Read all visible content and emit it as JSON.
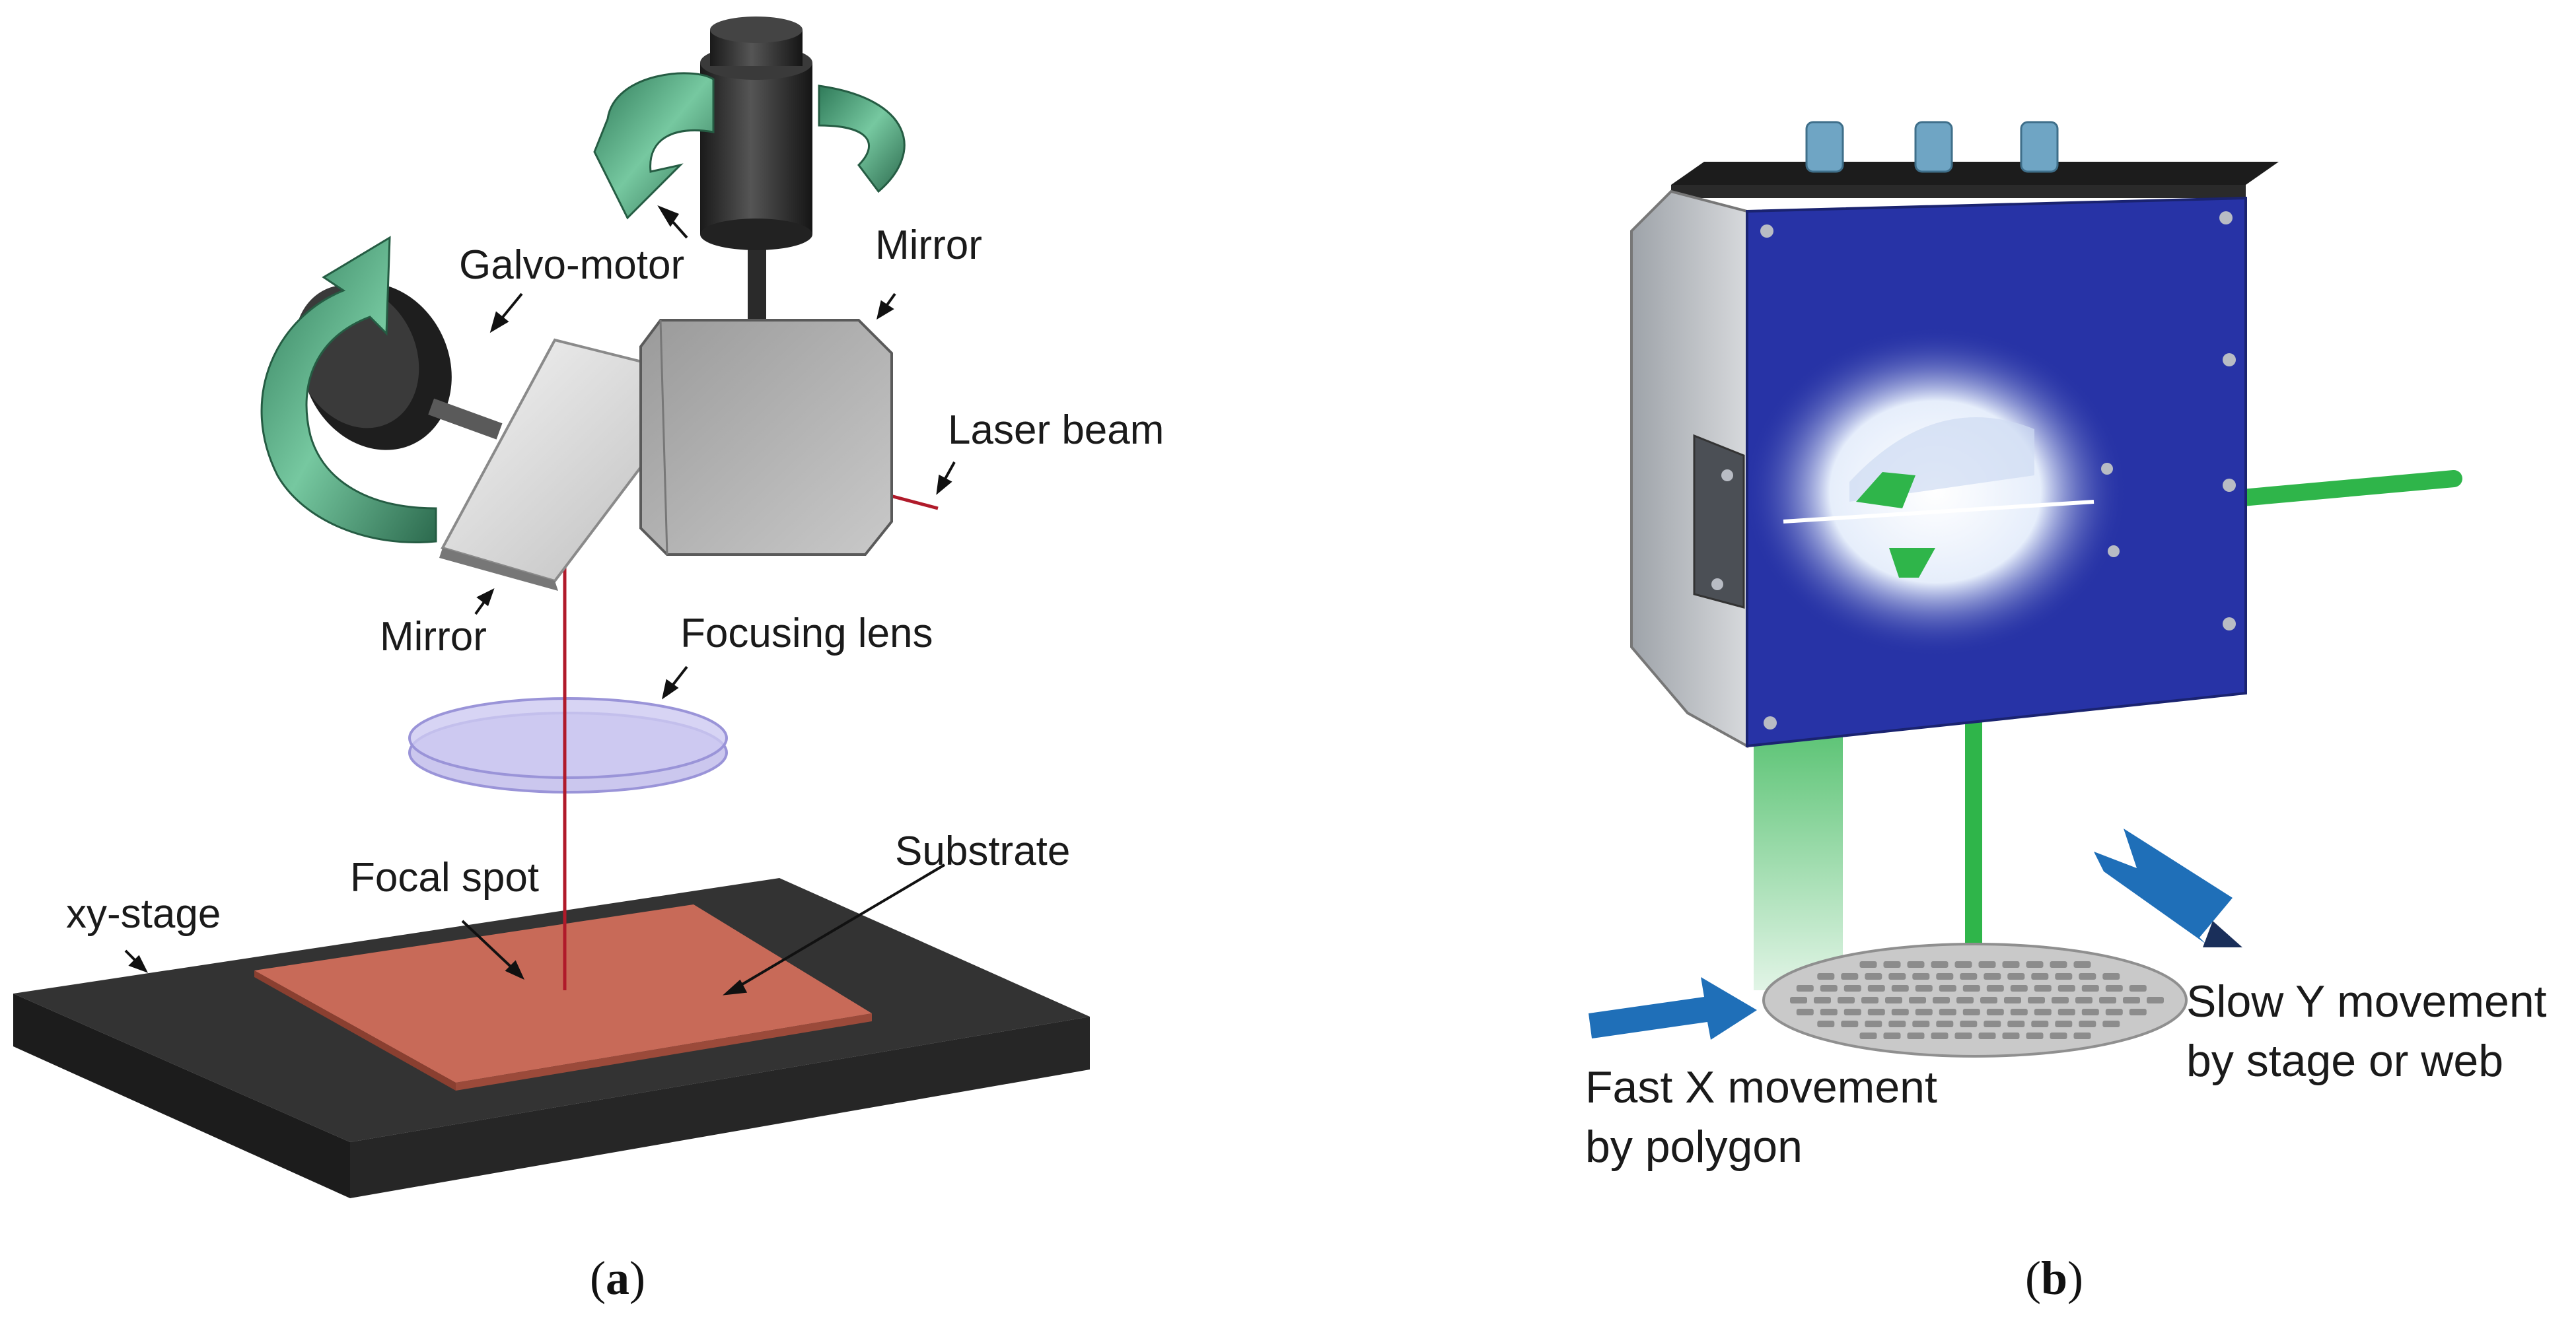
{
  "panel_a": {
    "labels": {
      "galvo_motor": "Galvo-motor",
      "mirror_top": "Mirror",
      "laser_beam": "Laser beam",
      "mirror_left": "Mirror",
      "focusing_lens": "Focusing lens",
      "substrate": "Substrate",
      "focal_spot": "Focal spot",
      "xy_stage": "xy-stage"
    },
    "caption": {
      "open": "(",
      "letter": "a",
      "close": ")"
    }
  },
  "panel_b": {
    "labels": {
      "slow_y_line1": "Slow Y movement",
      "slow_y_line2": "by stage or web",
      "fast_x_line1": "Fast X movement",
      "fast_x_line2": "by polygon"
    },
    "caption": {
      "open": "(",
      "letter": "b",
      "close": ")"
    }
  },
  "colors": {
    "laser": "#b01a2a",
    "green_arrow": "#3f8f6a",
    "lens": "#b9b4e8",
    "substrate": "#c86a58",
    "stage": "#2b2b2b",
    "housing_blue": "#2733a6",
    "green_beam": "#2fb54a",
    "blue_arrow": "#1f6fb8"
  }
}
